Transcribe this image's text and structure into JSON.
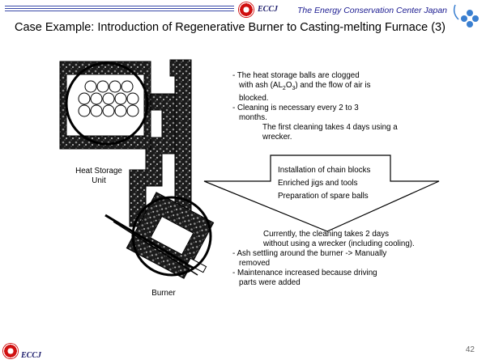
{
  "header": {
    "logo_text": "ECCJ",
    "org_name": "The Energy Conservation Center Japan"
  },
  "title": "Case Example: Introduction of Regenerative Burner to Casting-melting Furnace (3)",
  "diagram": {
    "heat_storage_label_1": "Heat Storage",
    "heat_storage_label_2": "Unit",
    "burner_label": "Burner"
  },
  "problem_notes": {
    "note1_a": "- The heat storage balls are clogged",
    "note1_b_pre": "with ash (AL",
    "note1_sub1": "2",
    "note1_b_mid": "O",
    "note1_sub2": "3",
    "note1_b_post": ") and the flow of air is",
    "note1_c": "blocked.",
    "note2_a": "- Cleaning is necessary every 2 to 3",
    "note2_b": "months.",
    "note3_a": "The first cleaning takes 4 days using a",
    "note3_b": "wrecker."
  },
  "arrow_items": [
    "Installation of chain blocks",
    "Enriched jigs and tools",
    "Preparation of spare balls"
  ],
  "result_notes": {
    "line1": "Currently, the cleaning takes 2 days",
    "line2": "without using a wrecker (including cooling).",
    "bullet1_a": "- Ash settling around the burner -> Manually",
    "bullet1_b": "removed",
    "bullet2_a": "- Maintenance increased because driving",
    "bullet2_b": "parts were added"
  },
  "footer": {
    "logo_text": "ECCJ",
    "page_number": "42"
  },
  "colors": {
    "header_blue": "#1a1a90",
    "logo_red": "#d01010",
    "clover_blue": "#3a7fd0"
  }
}
